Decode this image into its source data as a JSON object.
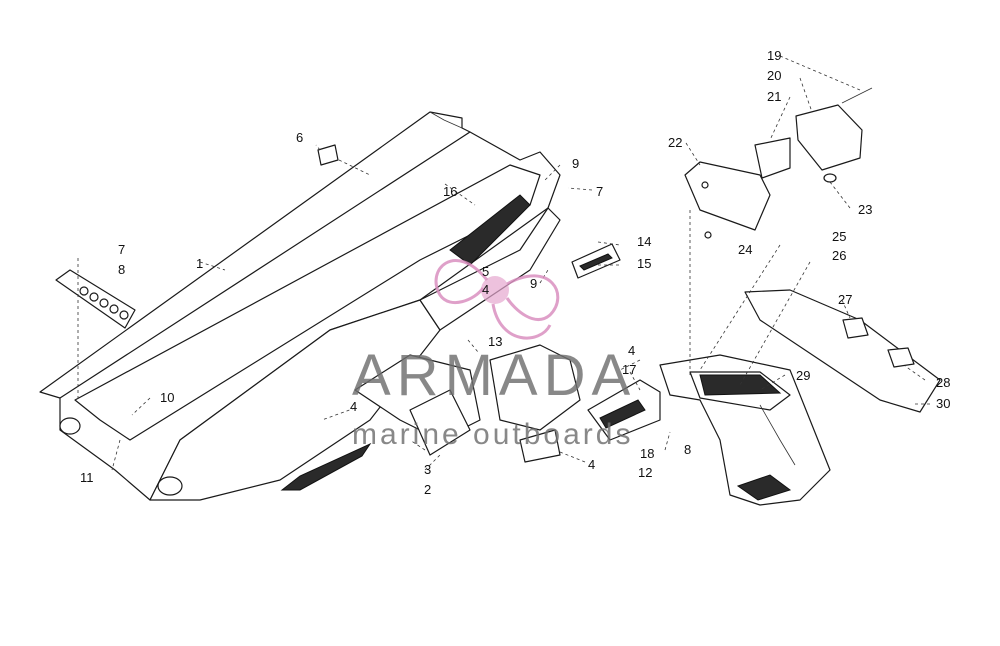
{
  "callouts": [
    {
      "id": "c1",
      "text": "1"
    },
    {
      "id": "c2",
      "text": "2"
    },
    {
      "id": "c3",
      "text": "3"
    },
    {
      "id": "c4a",
      "text": "4"
    },
    {
      "id": "c4b",
      "text": "4"
    },
    {
      "id": "c4c",
      "text": "4"
    },
    {
      "id": "c4d",
      "text": "4"
    },
    {
      "id": "c5",
      "text": "5"
    },
    {
      "id": "c6",
      "text": "6"
    },
    {
      "id": "c7a",
      "text": "7"
    },
    {
      "id": "c7b",
      "text": "7"
    },
    {
      "id": "c8a",
      "text": "8"
    },
    {
      "id": "c8b",
      "text": "8"
    },
    {
      "id": "c9a",
      "text": "9"
    },
    {
      "id": "c9b",
      "text": "9"
    },
    {
      "id": "c10",
      "text": "10"
    },
    {
      "id": "c11",
      "text": "11"
    },
    {
      "id": "c12",
      "text": "12"
    },
    {
      "id": "c13",
      "text": "13"
    },
    {
      "id": "c14",
      "text": "14"
    },
    {
      "id": "c15",
      "text": "15"
    },
    {
      "id": "c16",
      "text": "16"
    },
    {
      "id": "c17",
      "text": "17"
    },
    {
      "id": "c18",
      "text": "18"
    },
    {
      "id": "c19",
      "text": "19"
    },
    {
      "id": "c20",
      "text": "20"
    },
    {
      "id": "c21",
      "text": "21"
    },
    {
      "id": "c22",
      "text": "22"
    },
    {
      "id": "c23",
      "text": "23"
    },
    {
      "id": "c24",
      "text": "24"
    },
    {
      "id": "c25",
      "text": "25"
    },
    {
      "id": "c26",
      "text": "26"
    },
    {
      "id": "c27",
      "text": "27"
    },
    {
      "id": "c28",
      "text": "28"
    },
    {
      "id": "c29",
      "text": "29"
    },
    {
      "id": "c30",
      "text": "30"
    }
  ],
  "watermark": {
    "brand": "ARMADA",
    "tagline": "marine outboards",
    "logo_icon": "propeller-logo-icon",
    "logo_color": "#e6a6cf",
    "text_color": "#6f6f6f"
  }
}
